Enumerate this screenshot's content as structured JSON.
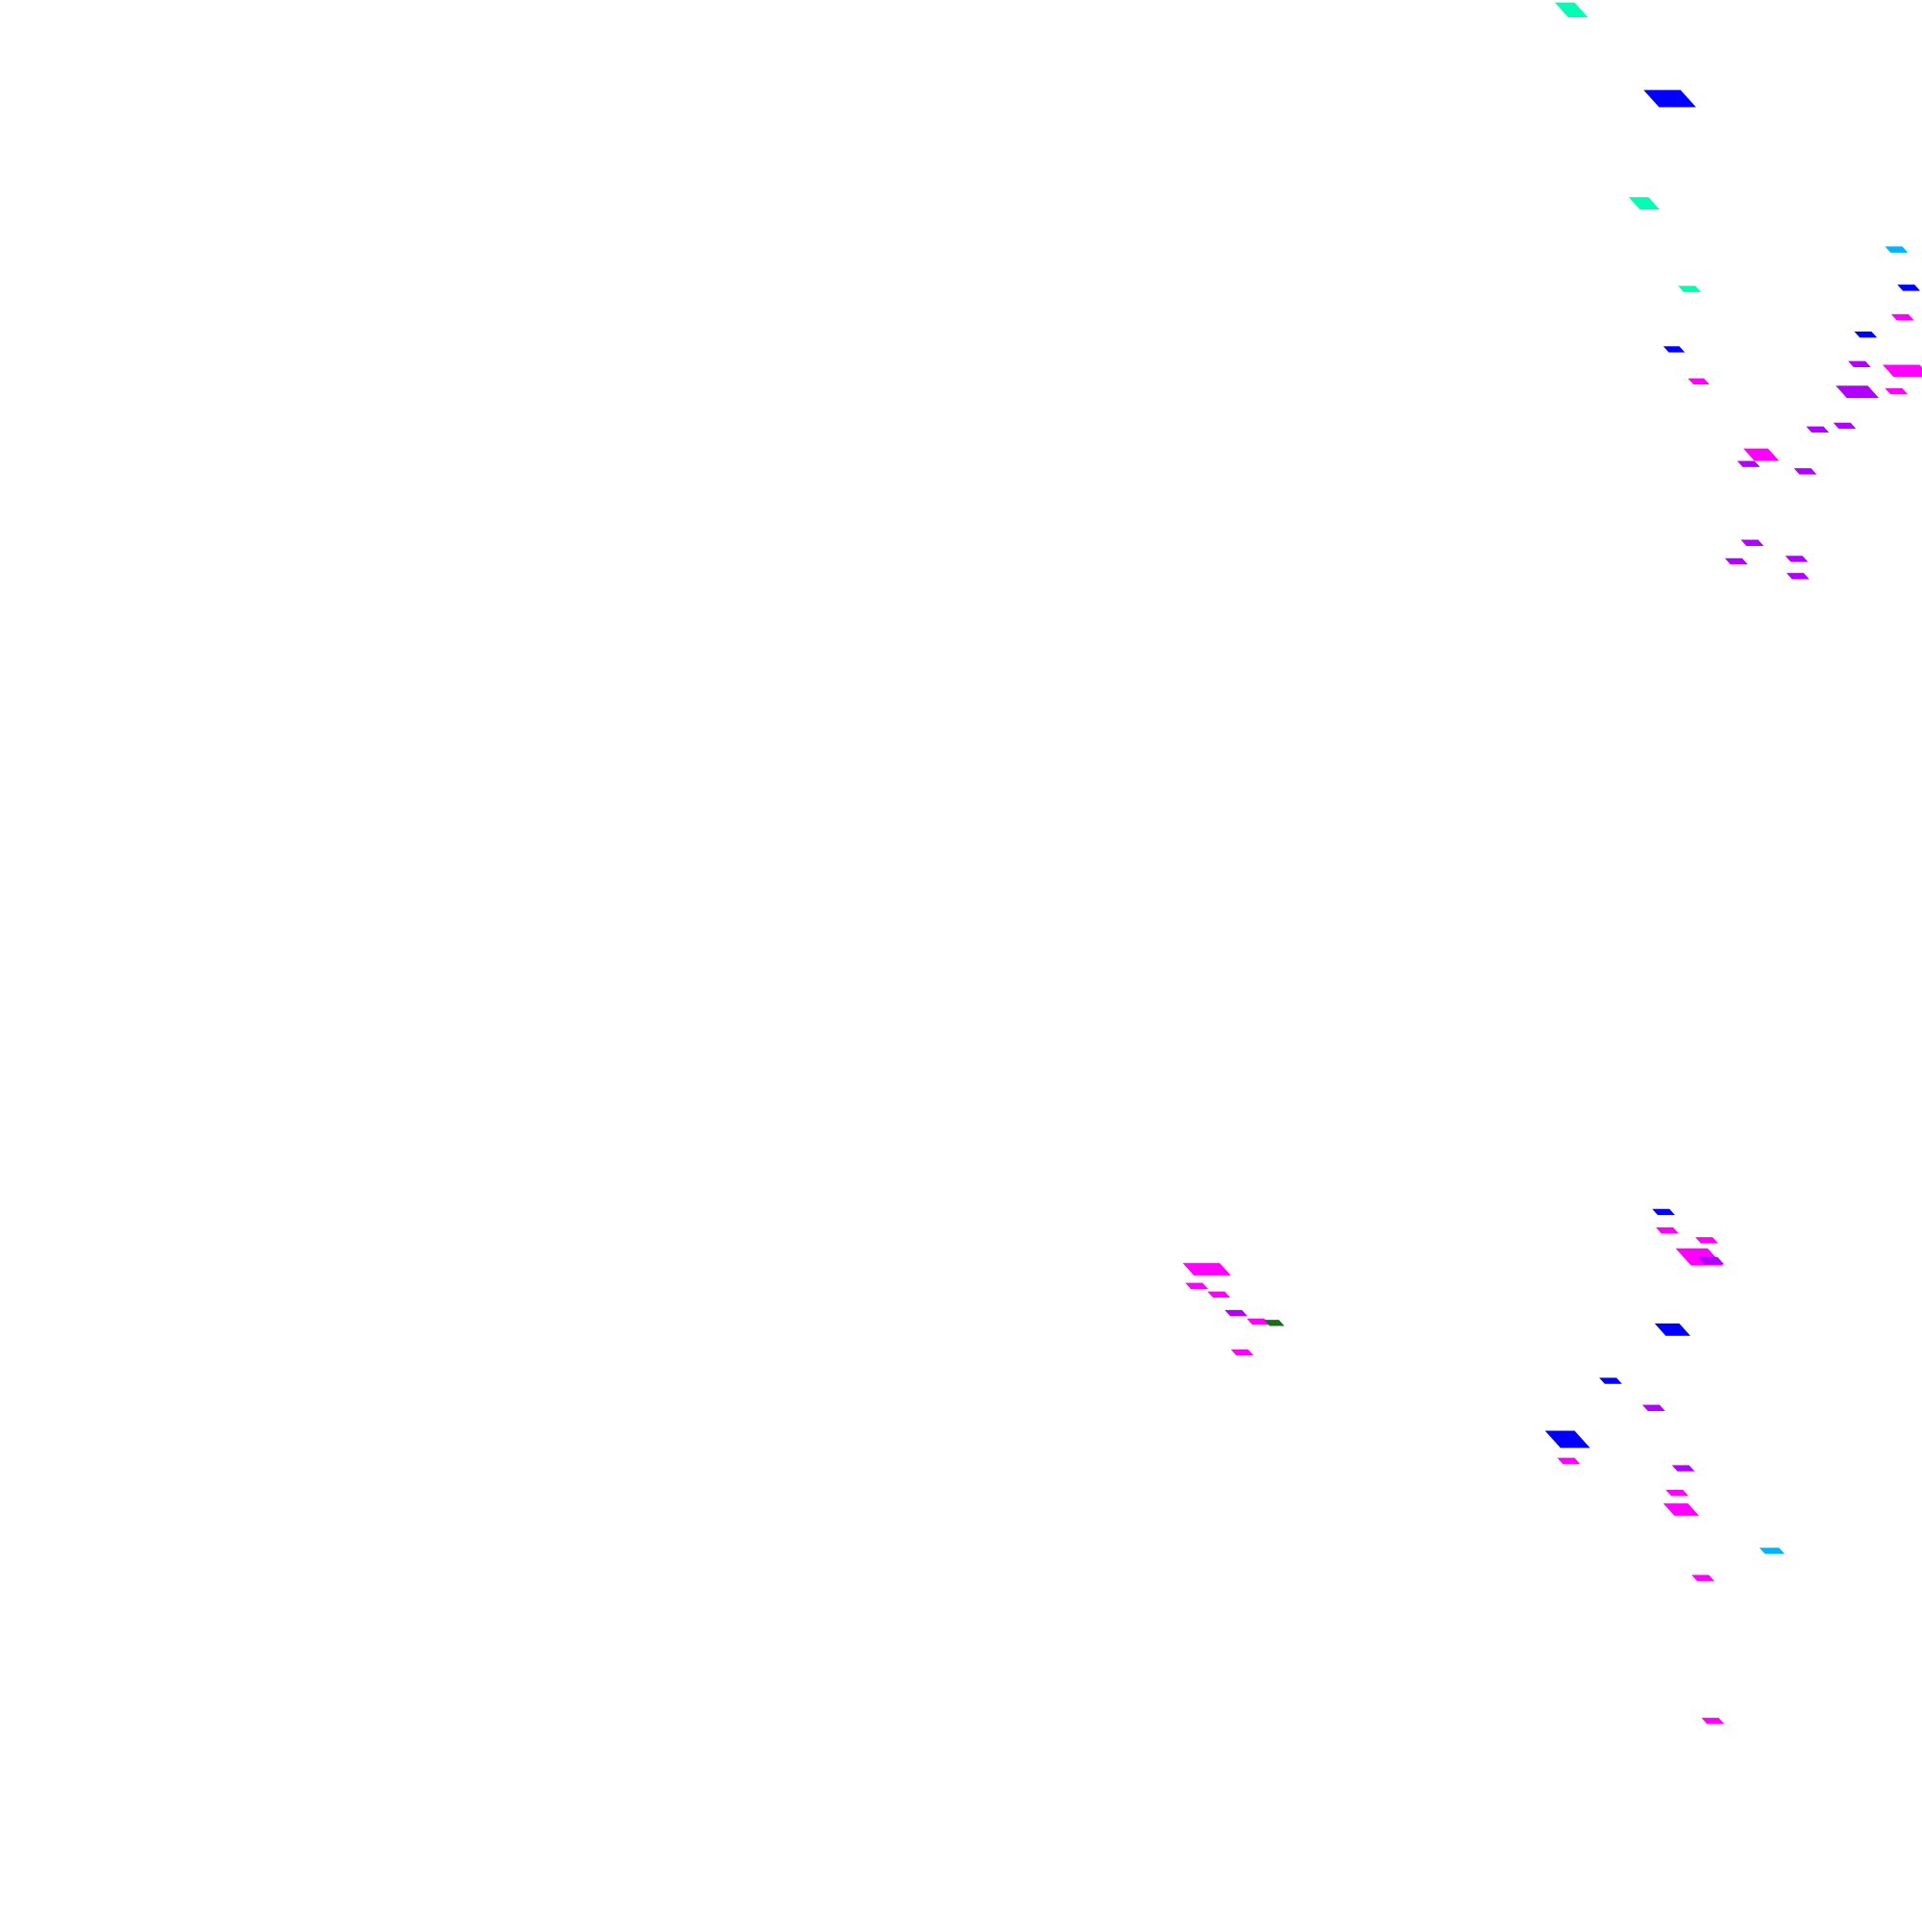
{
  "palette": {
    "background": "#ffffff",
    "magenta": "#ff00ff",
    "violet": "#b000ff",
    "blue": "#0000ff",
    "cyan": "#00b3ff",
    "teal": "#00ffb3",
    "dark_green": "#1a6b1a"
  },
  "fragment_clusters": [
    {
      "name": "upper-right-cluster",
      "colors": [
        "teal",
        "blue",
        "cyan",
        "magenta",
        "violet"
      ]
    },
    {
      "name": "lower-left-cluster",
      "colors": [
        "magenta",
        "violet",
        "dark_green"
      ]
    },
    {
      "name": "lower-right-cluster",
      "colors": [
        "blue",
        "magenta",
        "violet",
        "cyan"
      ]
    }
  ]
}
